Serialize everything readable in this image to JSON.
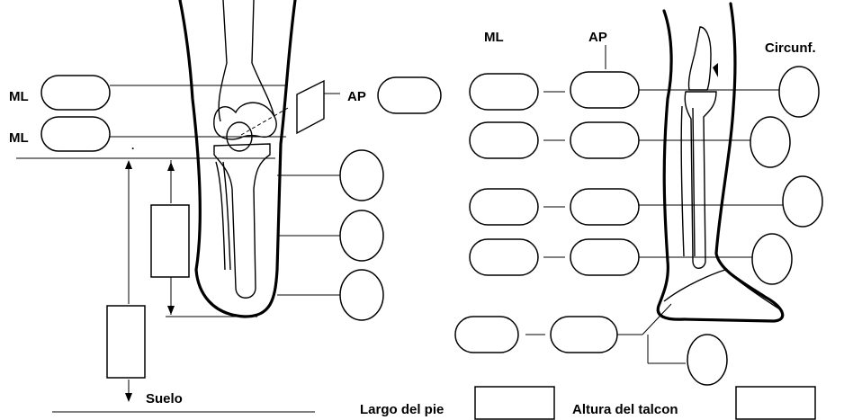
{
  "labels": {
    "ml": "ML",
    "ap": "AP",
    "circumference": "Circunf.",
    "floor": "Suelo",
    "foot_length": "Largo del pie",
    "heel_height": "Altura del talcon"
  },
  "colors": {
    "ink": "#000000",
    "paper": "#ffffff"
  }
}
